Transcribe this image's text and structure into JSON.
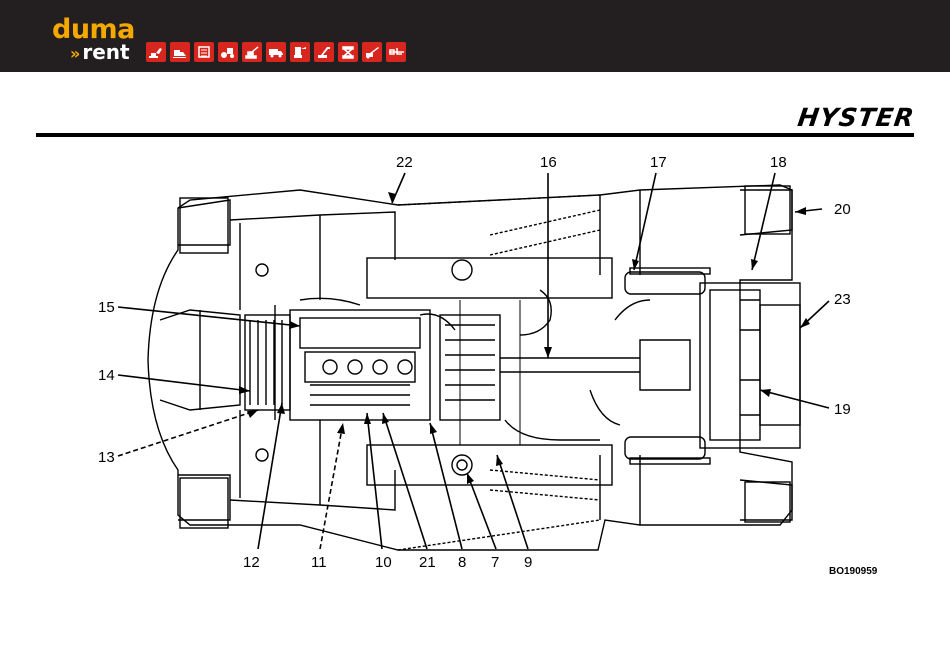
{
  "header": {
    "logo_top": "duma",
    "logo_bottom": "rent",
    "logo_chevron": "»",
    "equipment_icons": [
      "excavator-icon",
      "loader-icon",
      "generator-icon",
      "roller-icon",
      "crane-icon",
      "truck-icon",
      "compactor-icon",
      "boom-lift-icon",
      "scissor-lift-icon",
      "telehandler-icon",
      "forklift-icon"
    ],
    "colors": {
      "bar": "#231f20",
      "accent": "#f5a800",
      "icon_bg": "#d7261e"
    }
  },
  "brand": "HYSTER",
  "figure_id": "BO190959",
  "callouts": {
    "c22": "22",
    "c16": "16",
    "c17": "17",
    "c18": "18",
    "c20": "20",
    "c23": "23",
    "c19": "19",
    "c15": "15",
    "c14": "14",
    "c13": "13",
    "c12": "12",
    "c11": "11",
    "c10": "10",
    "c21": "21",
    "c8": "8",
    "c7": "7",
    "c9": "9"
  }
}
